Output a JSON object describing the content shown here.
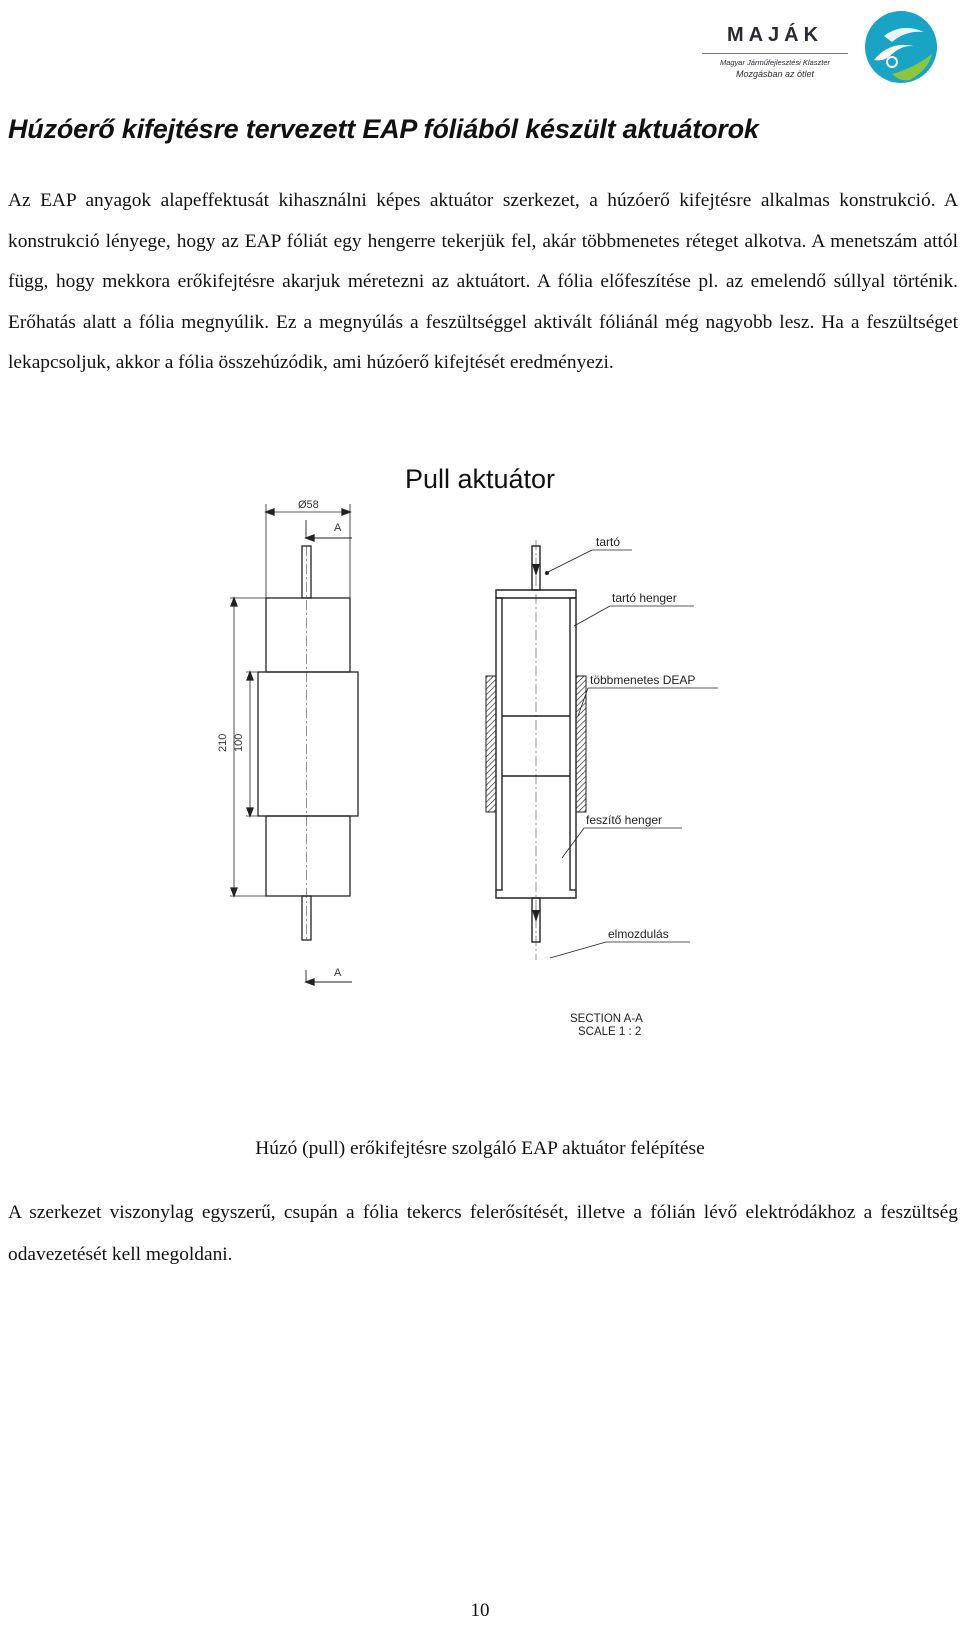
{
  "header": {
    "logo_name": "MAJÁK",
    "logo_subtitle": "Magyar Járműfejlesztési Klaszter",
    "logo_tagline": "Mozgásban az ötlet",
    "logo_icon": "swirl-logo-icon",
    "colors": {
      "logo_teal": "#19a3c4",
      "logo_green": "#8cc63f",
      "logo_text": "#2a2a33"
    }
  },
  "title": "Húzóerő kifejtésre tervezett EAP fóliából készült aktuátorok",
  "paragraph1": "Az EAP anyagok alapeffektusát kihasználni képes aktuátor szerkezet, a húzóerő kifejtésre alkalmas konstrukció. A konstrukció lényege, hogy az EAP fóliát egy hengerre tekerjük fel, akár többmenetes réteget alkotva. A menetszám attól függ, hogy mekkora erőkifejtésre akarjuk méretezni az aktuátort. A fólia előfeszítése pl. az emelendő súllyal történik. Erőhatás alatt a fólia megnyúlik. Ez a megnyúlás a feszültséggel aktivált fóliánál még nagyobb lesz. Ha a feszültséget lekapcsoljuk, akkor a fólia összehúzódik, ami húzóerő kifejtését eredményezi.",
  "diagram": {
    "title": "Pull aktuátor",
    "dim_diameter": "Ø58",
    "dim_total": "210",
    "dim_middle": "100",
    "section_mark_top": "A",
    "section_mark_bottom": "A",
    "label_tarto": "tartó",
    "label_tarto_henger": "tartó henger",
    "label_deap": "többmenetes DEAP",
    "label_feszito": "feszítő henger",
    "label_elmozdulas": "elmozdulás",
    "section_line1": "SECTION A-A",
    "section_line2": "SCALE 1 : 2"
  },
  "caption": "Húzó (pull) erőkifejtésre szolgáló EAP aktuátor felépítése",
  "paragraph2": "A szerkezet viszonylag egyszerű, csupán a fólia tekercs felerősítését, illetve a fólián lévő elektródákhoz a feszültség odavezetését kell megoldani.",
  "page_number": "10"
}
